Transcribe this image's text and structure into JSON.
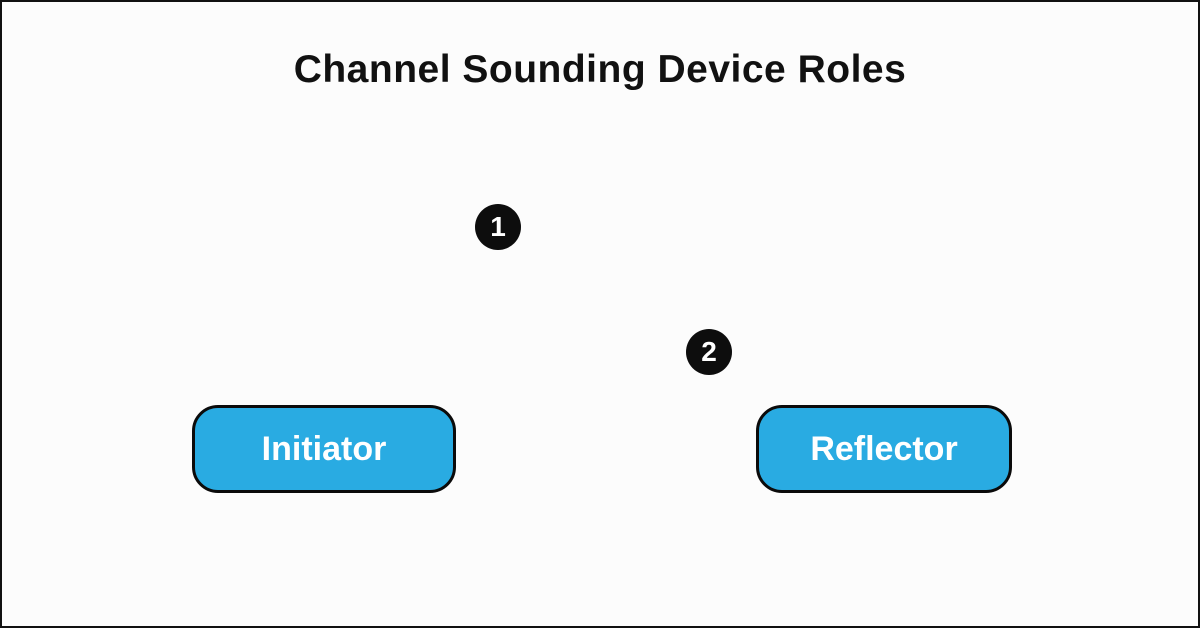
{
  "title": "Channel Sounding Device Roles",
  "nodes": [
    {
      "label": "Initiator"
    },
    {
      "label": "Reflector"
    }
  ],
  "markers": [
    {
      "label": "1"
    },
    {
      "label": "2"
    }
  ],
  "colors": {
    "node_fill": "#29ABE2",
    "node_border": "#0b0b0b",
    "node_text": "#ffffff",
    "marker_fill": "#0d0d0d",
    "marker_text": "#ffffff",
    "title_text": "#111111",
    "background": "#fcfcfc",
    "frame_border": "#111111"
  }
}
